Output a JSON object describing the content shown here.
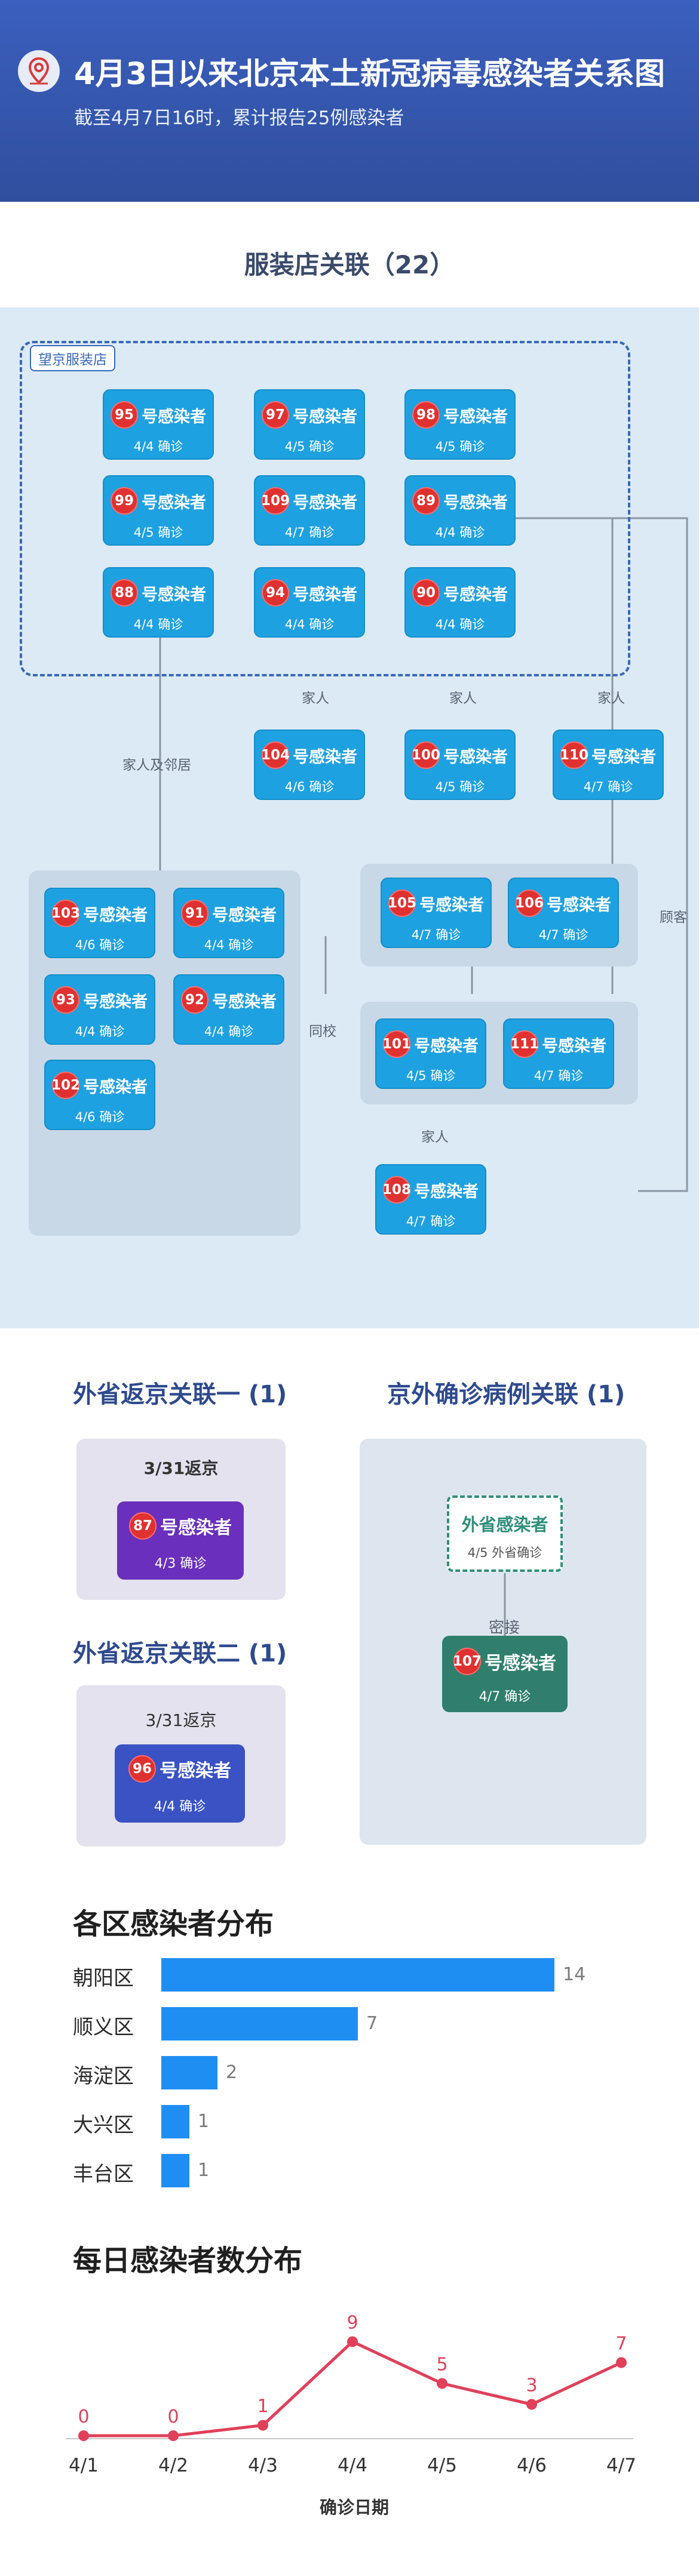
{
  "header": {
    "title": "4月3日以来北京本土新冠病毒感染者关系图",
    "subtitle": "截至4月7日16时，累计报告25例感染者",
    "icon": "location-pin-icon"
  },
  "sections": {
    "clothing": "服装店关联（22）",
    "province1": "外省返京关联一 (1)",
    "province2": "外省返京关联二 (1)",
    "outside": "京外确诊病例关联 (1)",
    "district": "各区感染者分布",
    "daily": "每日感染者数分布"
  },
  "store": {
    "label": "望京服装店"
  },
  "case_suffix": "号感染者",
  "confirm_suffix": "确诊",
  "cases": {
    "c95": {
      "num": "95",
      "date": "4/4"
    },
    "c97": {
      "num": "97",
      "date": "4/5"
    },
    "c98": {
      "num": "98",
      "date": "4/5"
    },
    "c99": {
      "num": "99",
      "date": "4/5"
    },
    "c109": {
      "num": "109",
      "date": "4/7"
    },
    "c89": {
      "num": "89",
      "date": "4/4"
    },
    "c88": {
      "num": "88",
      "date": "4/4"
    },
    "c94": {
      "num": "94",
      "date": "4/4"
    },
    "c90": {
      "num": "90",
      "date": "4/4"
    },
    "c104": {
      "num": "104",
      "date": "4/6"
    },
    "c100": {
      "num": "100",
      "date": "4/5"
    },
    "c110": {
      "num": "110",
      "date": "4/7"
    },
    "c103": {
      "num": "103",
      "date": "4/6"
    },
    "c91": {
      "num": "91",
      "date": "4/4"
    },
    "c93": {
      "num": "93",
      "date": "4/4"
    },
    "c92": {
      "num": "92",
      "date": "4/4"
    },
    "c102": {
      "num": "102",
      "date": "4/6"
    },
    "c105": {
      "num": "105",
      "date": "4/7"
    },
    "c106": {
      "num": "106",
      "date": "4/7"
    },
    "c101": {
      "num": "101",
      "date": "4/5"
    },
    "c111": {
      "num": "111",
      "date": "4/7"
    },
    "c108": {
      "num": "108",
      "date": "4/7"
    },
    "c87": {
      "num": "87",
      "date": "4/3"
    },
    "c96": {
      "num": "96",
      "date": "4/4"
    },
    "c107": {
      "num": "107",
      "date": "4/7"
    }
  },
  "edges": {
    "family": "家人",
    "family_neighbor": "家人及邻居",
    "customer": "顾客",
    "schoolmate": "同校",
    "close_contact": "密接"
  },
  "returns": {
    "r1_date": "3/31返京",
    "r2_date": "3/31返京"
  },
  "outside_case": {
    "label": "外省感染者",
    "date_text": "4/5 外省确诊"
  },
  "chart_data": [
    {
      "type": "bar",
      "orientation": "horizontal",
      "title": "各区感染者分布",
      "categories": [
        "朝阳区",
        "顺义区",
        "海淀区",
        "大兴区",
        "丰台区"
      ],
      "values": [
        14,
        7,
        2,
        1,
        1
      ],
      "color": "#1f8ef2"
    },
    {
      "type": "line",
      "title": "每日感染者数分布",
      "xlabel": "确诊日期",
      "x": [
        "4/1",
        "4/2",
        "4/3",
        "4/4",
        "4/5",
        "4/6",
        "4/7"
      ],
      "values": [
        0,
        0,
        1,
        9,
        5,
        3,
        7
      ],
      "color": "#e0405a"
    }
  ]
}
